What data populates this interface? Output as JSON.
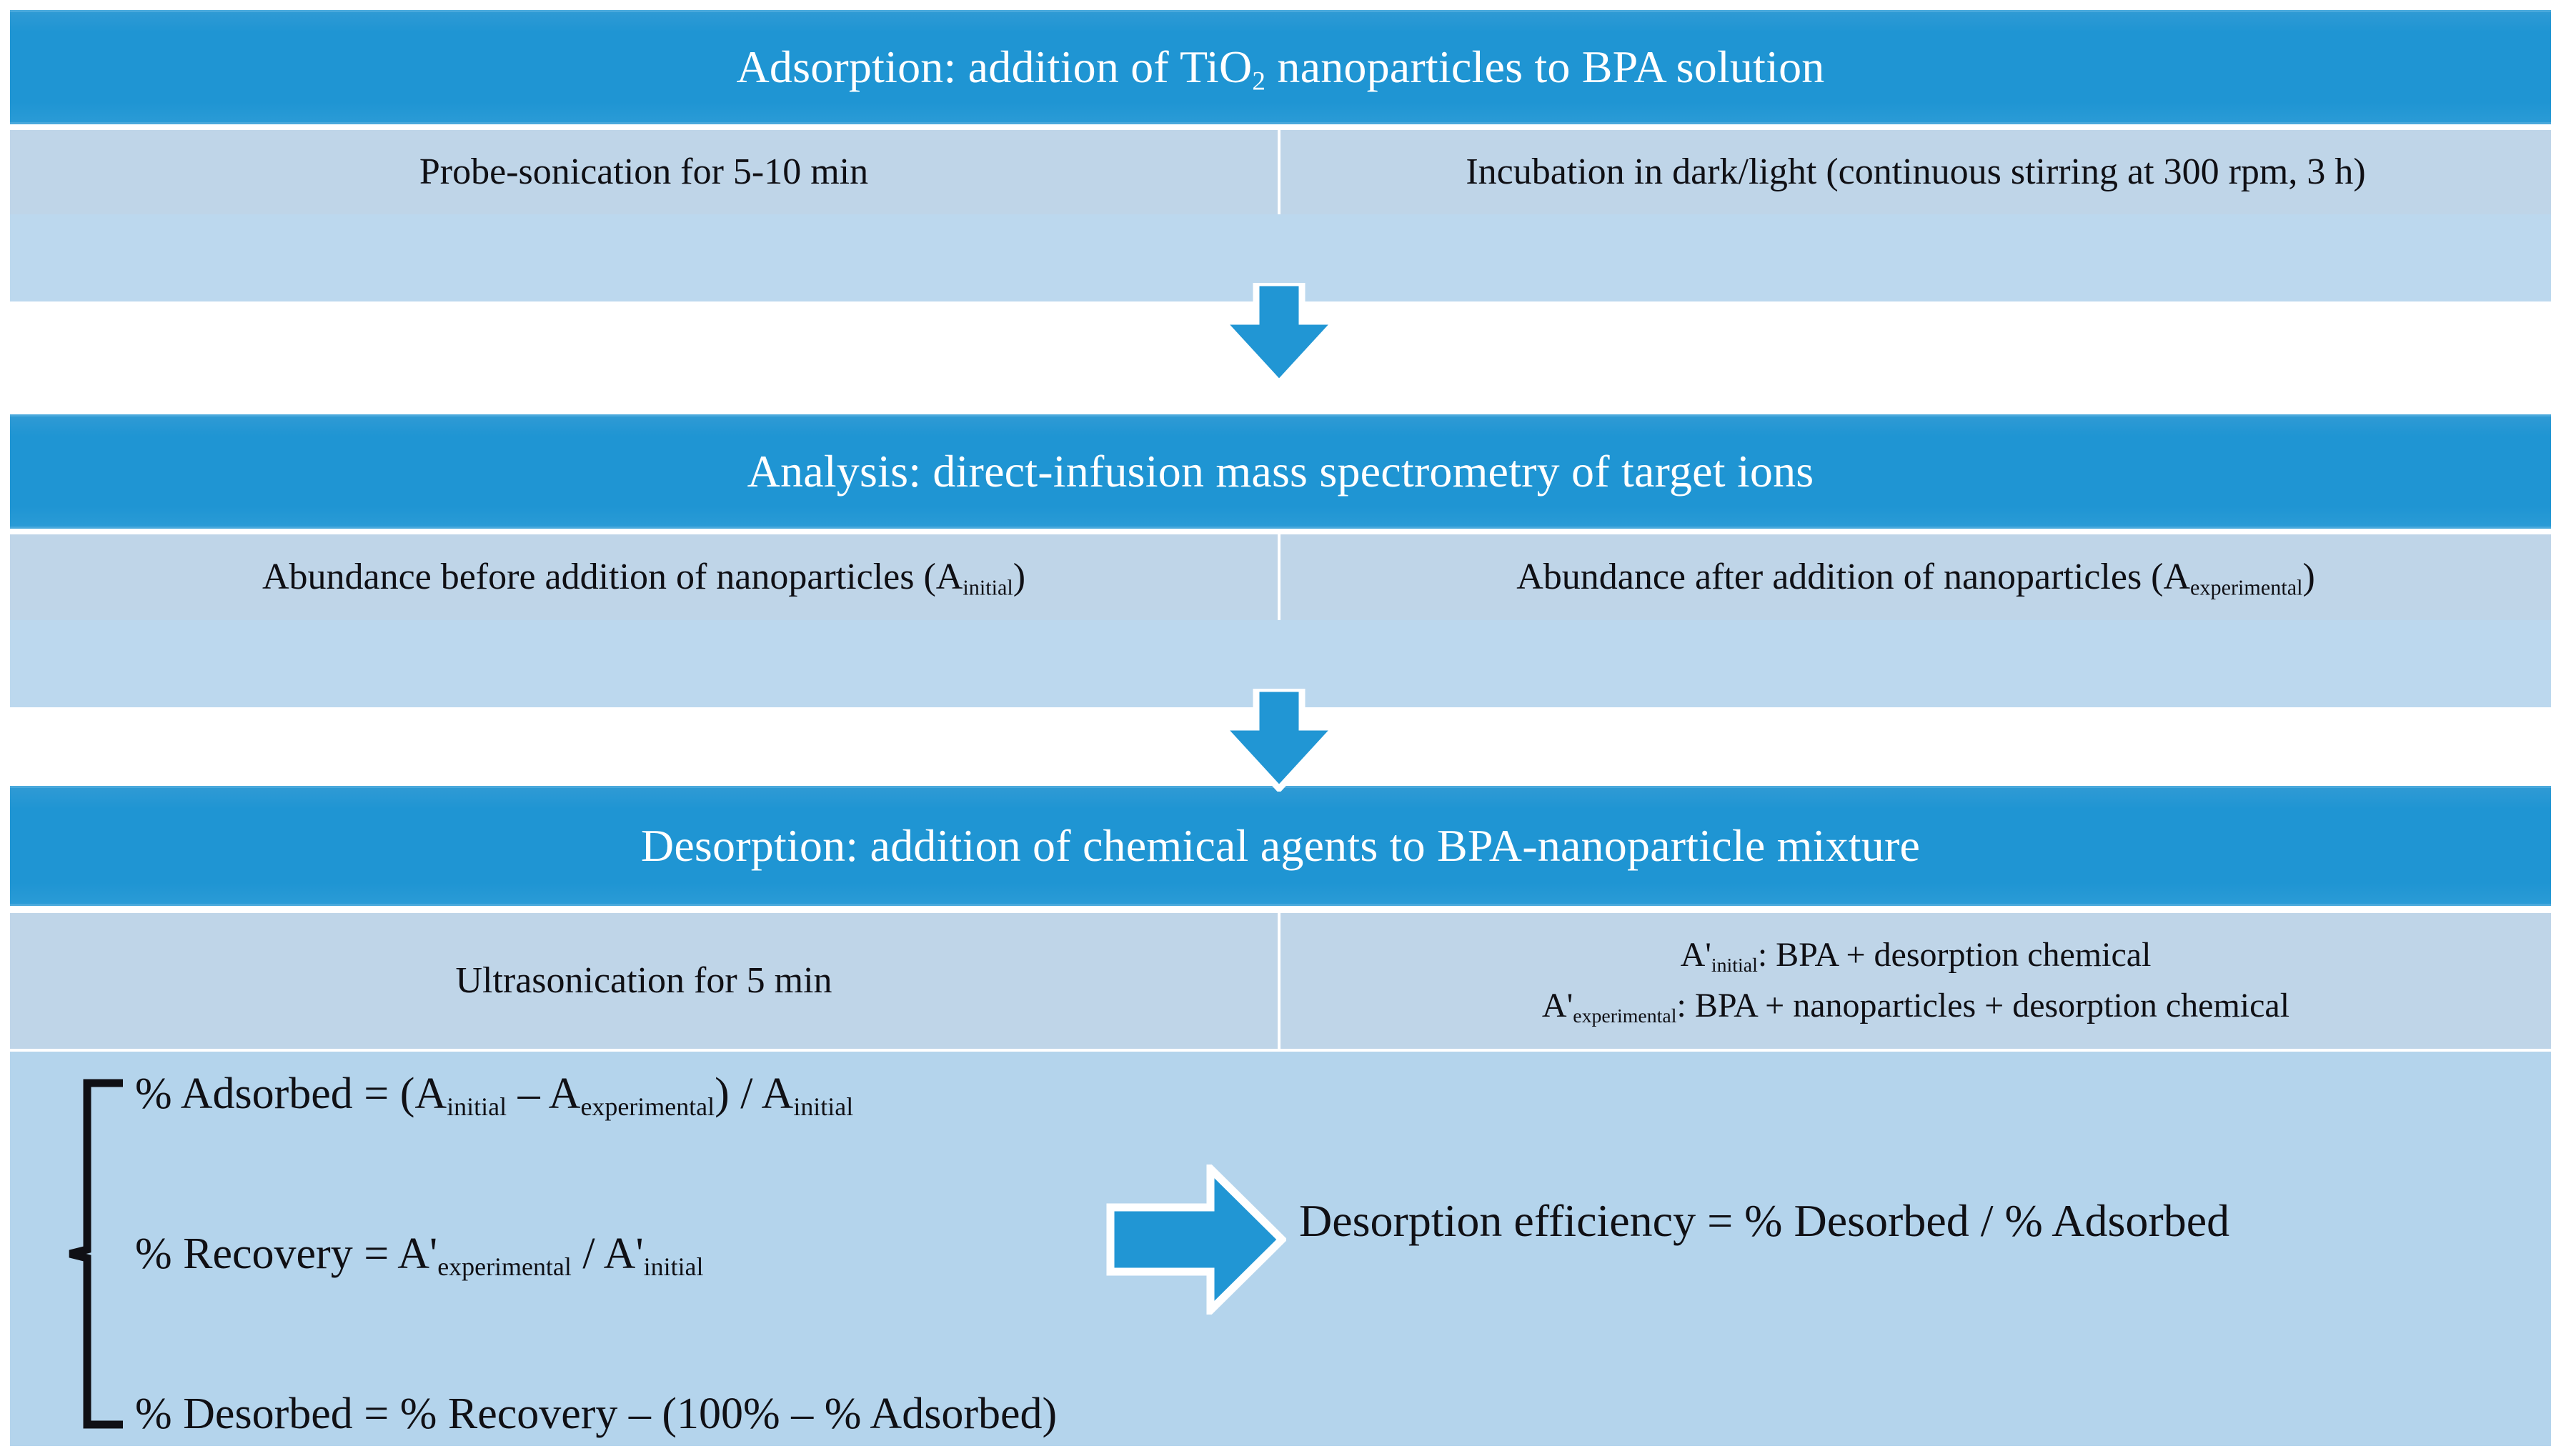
{
  "colors": {
    "header_blue": "#1f95d3",
    "sub_band_blue": "#bfd5e8",
    "gap_band_blue": "#bcd8ee",
    "formula_panel_blue": "#b4d4ec",
    "arrow_blue": "#2196d4",
    "arrow_outline": "#ffffff",
    "text_dark": "#101015",
    "text_light": "#ffffff"
  },
  "sections": [
    {
      "id": "adsorption",
      "header": "Adsorption: addition of TiO2 nanoparticles to BPA solution",
      "header_parts": {
        "before": "Adsorption: addition of TiO",
        "sub": "2",
        "after": " nanoparticles to BPA solution"
      },
      "left_cell": "Probe-sonication for 5-10 min",
      "right_cell": "Incubation in dark/light (continuous stirring at 300 rpm, 3 h)"
    },
    {
      "id": "analysis",
      "header": "Analysis: direct-infusion mass spectrometry of target ions",
      "left_cell_parts": {
        "before": "Abundance before addition of nanoparticles (A",
        "sub": "initial",
        "after": ")"
      },
      "right_cell_parts": {
        "before": "Abundance after addition of nanoparticles (A",
        "sub": "experimental",
        "after": ")"
      }
    },
    {
      "id": "desorption",
      "header": "Desorption: addition of chemical agents to BPA-nanoparticle mixture",
      "left_cell": "Ultrasonication for 5 min",
      "right_cell_line1": {
        "before": "A'",
        "sub": "initial",
        "after": ": BPA + desorption chemical"
      },
      "right_cell_line2": {
        "before": "A'",
        "sub": "experimental",
        "after": ": BPA + nanoparticles + desorption chemical"
      }
    }
  ],
  "formulas": [
    {
      "id": "percent-adsorbed",
      "text": "% Adsorbed = (Ainitial − Aexperimental) / Ainitial",
      "parts": [
        {
          "t": "% Adsorbed = (A",
          "sub": false
        },
        {
          "t": "initial",
          "sub": true
        },
        {
          "t": " – A",
          "sub": false
        },
        {
          "t": "experimental",
          "sub": true
        },
        {
          "t": ") / A",
          "sub": false
        },
        {
          "t": "initial",
          "sub": true
        }
      ]
    },
    {
      "id": "percent-recovery",
      "text": "% Recovery = A'experimental / A'initial",
      "parts": [
        {
          "t": "% Recovery = A'",
          "sub": false
        },
        {
          "t": "experimental",
          "sub": true
        },
        {
          "t": " / A'",
          "sub": false
        },
        {
          "t": "initial",
          "sub": true
        }
      ]
    },
    {
      "id": "percent-desorbed",
      "text": "% Desorbed = % Recovery − (100% − % Adsorbed)",
      "parts": [
        {
          "t": "% Desorbed = % Recovery – (100% – % Adsorbed)",
          "sub": false
        }
      ]
    }
  ],
  "conclusion": "Desorption efficiency = % Desorbed / % Adsorbed",
  "arrows": [
    {
      "id": "arrow-down-1",
      "direction": "down"
    },
    {
      "id": "arrow-down-2",
      "direction": "down"
    },
    {
      "id": "arrow-right-1",
      "direction": "right"
    }
  ]
}
